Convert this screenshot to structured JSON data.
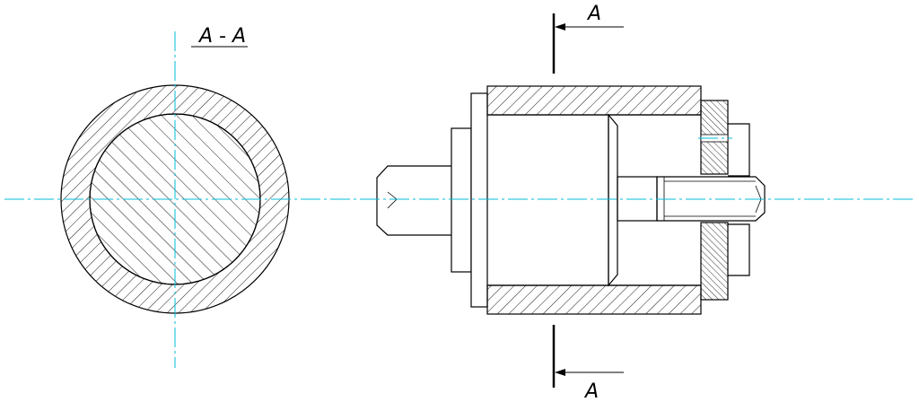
{
  "labels": {
    "section_title": "A - A",
    "cut_top": "A",
    "cut_bottom": "A"
  },
  "colors": {
    "outline": "#000000",
    "hatch": "#000000",
    "centerline": "#00bcd4",
    "background": "#ffffff"
  }
}
